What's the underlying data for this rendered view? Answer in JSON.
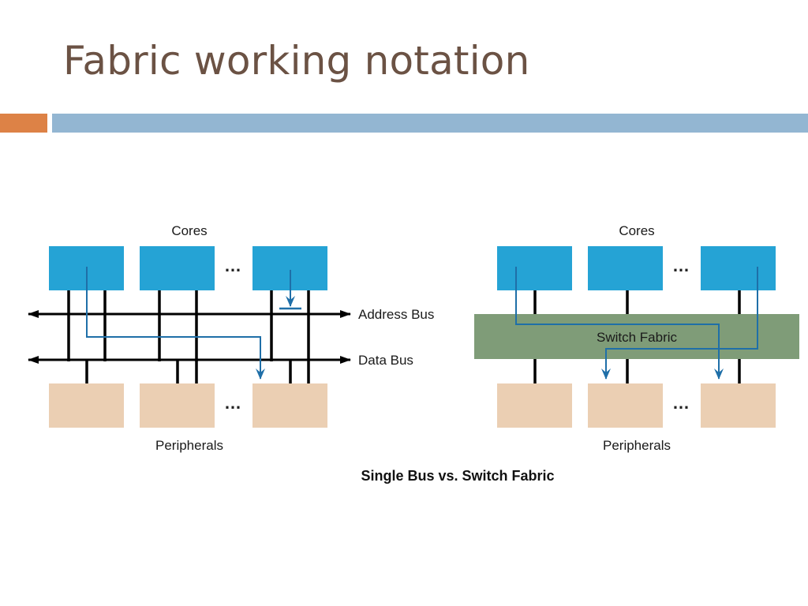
{
  "slide": {
    "title": "Fabric working notation",
    "accent_color": "#dd8246",
    "bar_color": "#93b6d2",
    "title_color": "#6b5244"
  },
  "diagram": {
    "caption": "Single Bus vs. Switch Fabric",
    "left": {
      "cores_label": "Cores",
      "peripherals_label": "Peripherals",
      "address_bus_label": "Address Bus",
      "data_bus_label": "Data Bus",
      "ellipsis": "…"
    },
    "right": {
      "cores_label": "Cores",
      "peripherals_label": "Peripherals",
      "switch_fabric_label": "Switch Fabric",
      "ellipsis": "…"
    },
    "colors": {
      "core": "#25a3d5",
      "peripheral": "#ebcfb3",
      "switch_fabric": "#7f9c78",
      "path": "#1f6fa8",
      "bus": "#000000"
    }
  }
}
